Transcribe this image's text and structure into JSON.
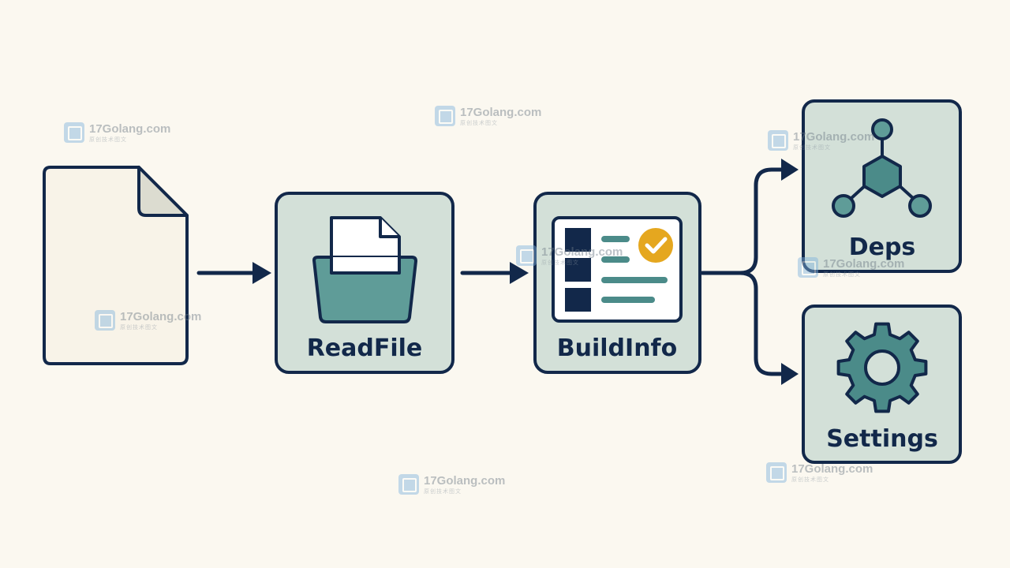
{
  "nodes": {
    "readfile": {
      "label": "ReadFile"
    },
    "buildinfo": {
      "label": "BuildInfo"
    },
    "deps": {
      "label": "Deps"
    },
    "settings": {
      "label": "Settings"
    }
  },
  "watermarks": [
    {
      "title": "17Golang.com",
      "sub": "原创技术图文"
    },
    {
      "title": "17Golang.com",
      "sub": "原创技术图文"
    },
    {
      "title": "17Golang.com",
      "sub": "原创技术图文"
    },
    {
      "title": "17Golang.com",
      "sub": "原创技术图文"
    },
    {
      "title": "17Golang.com",
      "sub": "原创技术图文"
    },
    {
      "title": "17Golang.com",
      "sub": "原创技术图文"
    },
    {
      "title": "17Golang.com",
      "sub": "原创技术图文"
    },
    {
      "title": "17Golang.com",
      "sub": "原创技术图文"
    }
  ],
  "colors": {
    "background": "#fbf8f0",
    "outline": "#12284a",
    "box_fill": "#d3e0d8",
    "teal": "#4b8b89",
    "accent": "#e5a71f"
  }
}
